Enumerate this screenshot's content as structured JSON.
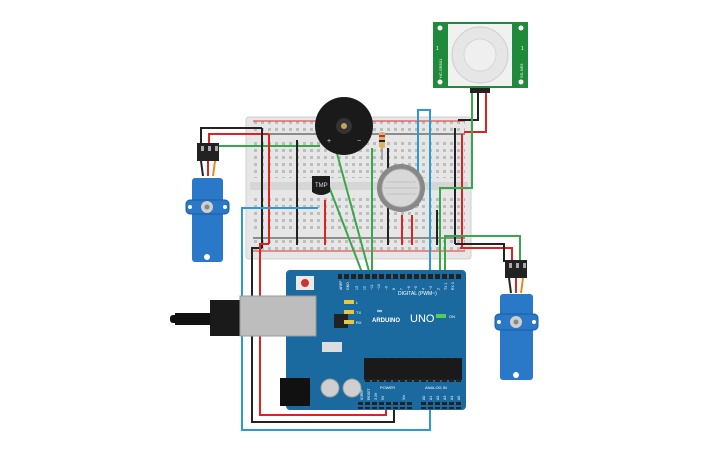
{
  "pir_sensor": {
    "left_label": "1",
    "right_label": "1",
    "side_label": "SS-NE9",
    "side_label_left": "HC-SR501"
  },
  "temp_sensor": {
    "label": "TMP"
  },
  "buzzer": {
    "plus": "+",
    "minus": "−"
  },
  "arduino": {
    "brand": "ARDUINO",
    "model": "UNO",
    "on_label": "ON",
    "tx_label": "TX",
    "rx_label": "RX",
    "l_label": "L",
    "digital_label": "DIGITAL (PWM~)",
    "power_label": "POWER",
    "analog_label": "ANALOG IN",
    "aref_label": "AREF",
    "gnd_label": "GND",
    "ioref_label": "IOREF",
    "reset_label": "RESET",
    "v33_label": "3.3V",
    "v5_label": "5V",
    "vin_label": "Vin",
    "digital_pins": [
      "13",
      "12",
      "~11",
      "~10",
      "~9",
      "8",
      "7",
      "~6",
      "~5",
      "4",
      "~3",
      "2",
      "TX 1",
      "RX 0"
    ],
    "analog_pins": [
      "A0",
      "A1",
      "A2",
      "A3",
      "A4",
      "A5"
    ]
  },
  "colors": {
    "arduino_blue": "#1a6aa0",
    "wire_red": "#d22",
    "wire_black": "#222",
    "wire_green": "#3aa64a",
    "wire_blue": "#2d9bd2",
    "servo_blue": "#2a78c8",
    "pir_green": "#1e8a3a"
  }
}
